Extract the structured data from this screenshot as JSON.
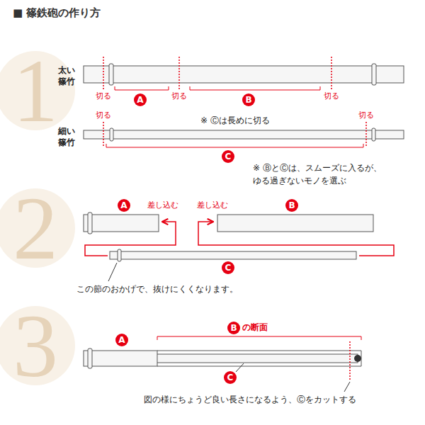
{
  "diagram": {
    "title": "■ 篠鉄砲の作り方",
    "nodes": [
      {
        "text": [
          "A"
        ]
      },
      {
        "text": [
          "B"
        ]
      },
      {
        "text": [
          "C"
        ]
      },
      {
        "text": [
          "A"
        ]
      },
      {
        "text": [
          "B"
        ]
      },
      {
        "text": [
          "C"
        ]
      },
      {
        "text": [
          "A"
        ]
      },
      {
        "text": [
          "B"
        ]
      },
      {
        "text": [
          "C"
        ]
      }
    ],
    "labels": [
      "1",
      "太い 篠竹",
      "切る",
      "切る",
      "切る",
      "細い 篠竹",
      "切る",
      "切る",
      "※ Ⓒは長めに切る",
      "※ ⒷとⒸは、スムーズに入るが、 ゆる過ぎないモノを選ぶ",
      "2",
      "差し込む",
      "差し込む",
      "この節のおかげで、抜けにくくなります。",
      "3",
      "の断面",
      "図の様にちょうど良い長さになるよう、Ⓒをカットする"
    ]
  }
}
